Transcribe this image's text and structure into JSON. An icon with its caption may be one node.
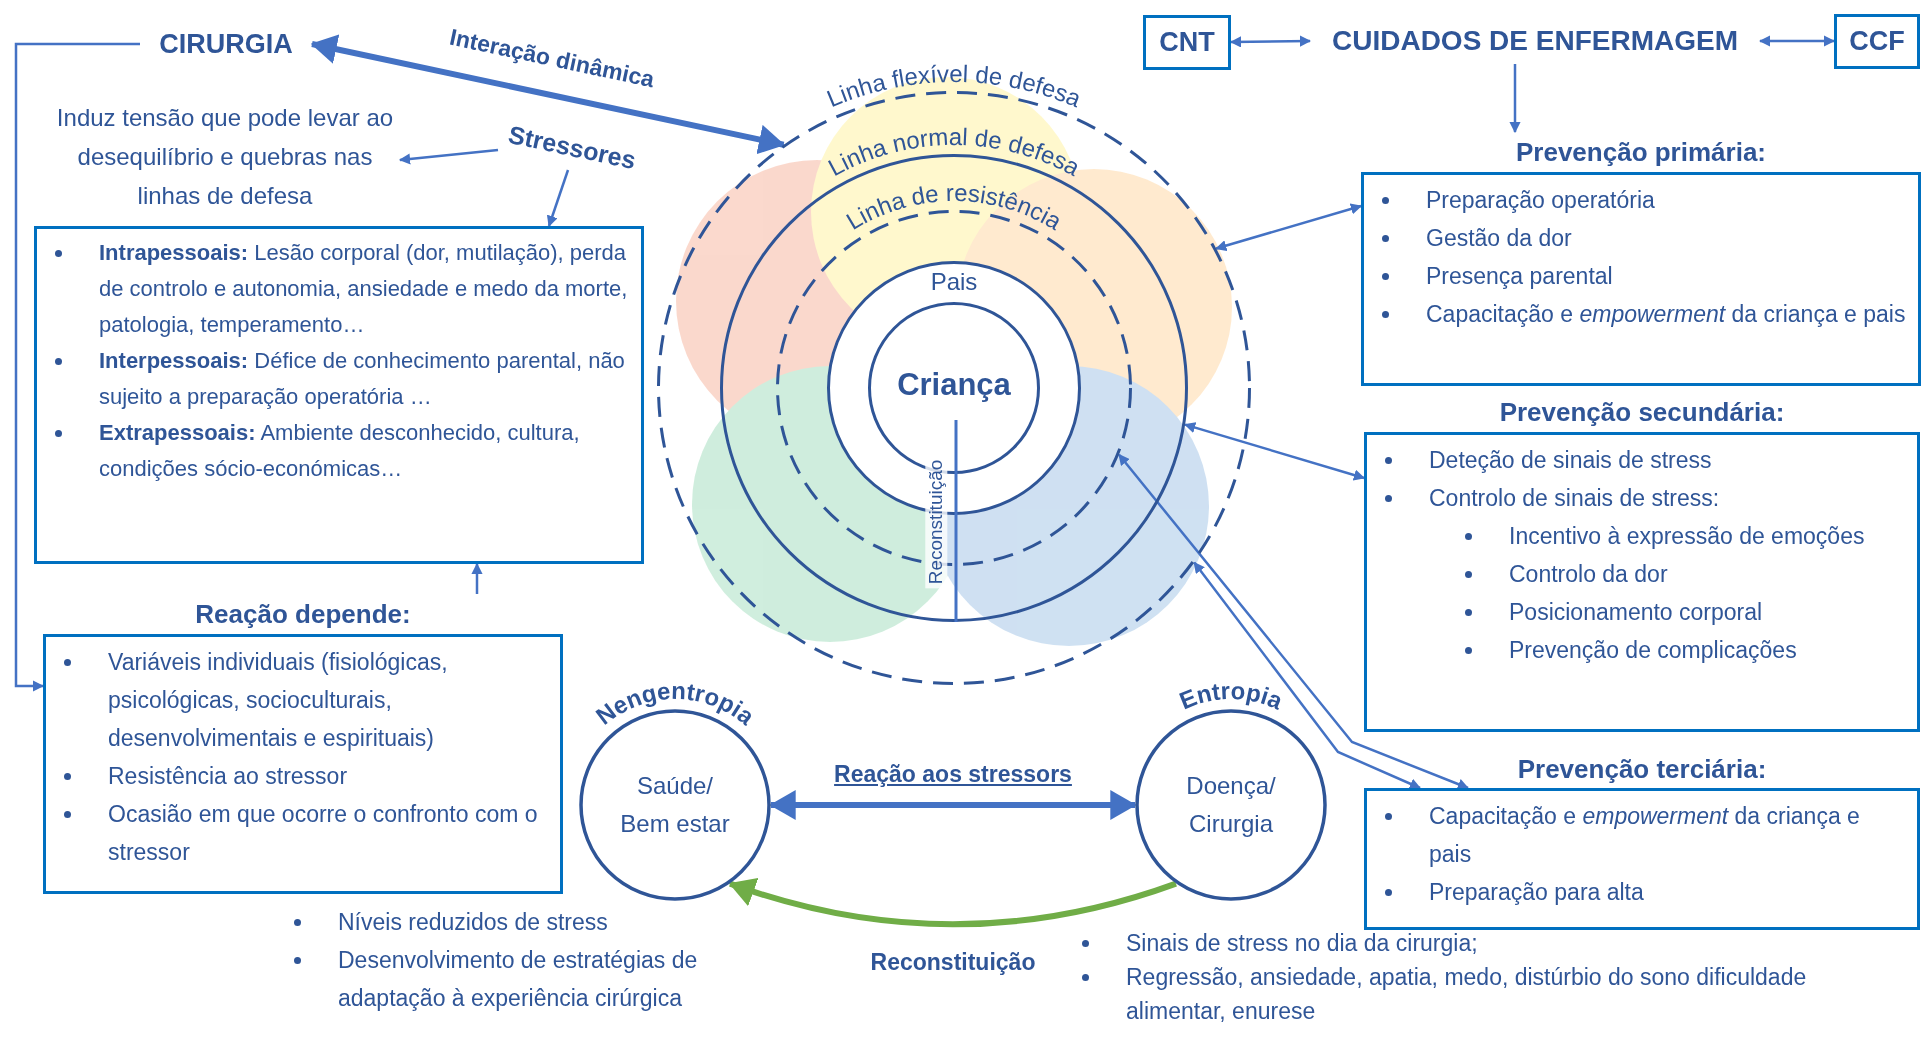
{
  "diagram": {
    "nodes": [
      {
        "text": [
          "CIRURGIA"
        ]
      },
      {
        "text": [
          "Induz tensão que pode levar ao desequilíbrio e quebras nas linhas de defesa"
        ]
      },
      {
        "text": [
          "Stressores"
        ]
      },
      {
        "text": [
          "**Intrapessoais:** Lesão corporal (dor, mutilação), perda de controlo e autonomia, ansiedade e medo da morte, patologia, temperamento…",
          "**Interpessoais:** Défice de conhecimento parental, não sujeito a preparação operatória …",
          "**Extrapessoais:** Ambiente desconhecido, cultura, condições sócio-económicas…"
        ]
      },
      {
        "text": [
          "Reação depende:",
          "Variáveis individuais (fisiológicas, psicológicas, socioculturais, desenvolvimentais e espirituais)",
          "Resistência ao stressor",
          "Ocasião em que ocorre o confronto com o stressor"
        ]
      },
      {
        "text": [
          "Linha flexível de defesa"
        ]
      },
      {
        "text": [
          "Linha normal de defesa"
        ],
        "in": 5
      },
      {
        "text": [
          "Linha de resistência"
        ],
        "in": 6
      },
      {
        "text": [
          "Pais"
        ],
        "in": 7
      },
      {
        "text": [
          "Criança"
        ],
        "in": 8
      },
      {
        "text": [
          "CNT"
        ]
      },
      {
        "text": [
          "CUIDADOS DE ENFERMAGEM"
        ]
      },
      {
        "text": [
          "CCF"
        ]
      },
      {
        "text": [
          "Prevenção primária:",
          "Preparação operatória",
          "Gestão da dor",
          "Presença parental",
          "Capacitação e *empowerment* da criança e pais"
        ]
      },
      {
        "text": [
          "Prevenção secundária:",
          "Deteção de sinais de stress",
          "Controlo de sinais de stress:",
          "Incentivo à expressão de emoções",
          "Controlo da dor",
          "Posicionamento corporal",
          "Prevenção de complicações"
        ]
      },
      {
        "text": [
          "Prevenção terciária:",
          "Capacitação e *empowerment* da criança e pais",
          "Preparação para alta"
        ]
      },
      {
        "text": [
          "Saúde/ Bem estar"
        ],
        "beside": [
          "Nengentropia",
          "Níveis reduzidos de stress",
          "Desenvolvimento de estratégias de adaptação à experiência cirúrgica"
        ]
      },
      {
        "text": [
          "Doença/ Cirurgia"
        ],
        "beside": [
          "Entropia",
          "Sinais de stress no dia da cirurgia;",
          "Regressão, ansiedade, apatia, medo, distúrbio do sono dificuldade alimentar, enurese"
        ]
      }
    ],
    "edges": [
      {
        "from": 0,
        "to": 5,
        "arrow": "both",
        "label": "Interação dinâmica",
        "style": "thick"
      },
      {
        "from": 2,
        "to": 1,
        "arrow": "to"
      },
      {
        "from": 2,
        "to": 3,
        "arrow": "to"
      },
      {
        "from": 4,
        "to": 3,
        "arrow": "to"
      },
      {
        "from": 0,
        "to": 4,
        "arrow": "to"
      },
      {
        "from": 11,
        "to": 10,
        "arrow": "both"
      },
      {
        "from": 11,
        "to": 12,
        "arrow": "both"
      },
      {
        "from": 11,
        "to": 13,
        "arrow": "to"
      },
      {
        "from": 13,
        "to": 5,
        "arrow": "both"
      },
      {
        "from": 14,
        "to": 6,
        "arrow": "both"
      },
      {
        "from": 15,
        "to": 7,
        "arrow": "both"
      },
      {
        "from": 15,
        "to": 5,
        "arrow": "both"
      },
      {
        "from": 16,
        "to": 17,
        "arrow": "both",
        "label": "Reação aos stressors",
        "style": "thick"
      },
      {
        "from": 17,
        "to": 16,
        "arrow": "to",
        "label": "Reconstituição",
        "style": "thick",
        "color": "#70ad47"
      }
    ],
    "labels": [
      "Reconstituição"
    ]
  }
}
